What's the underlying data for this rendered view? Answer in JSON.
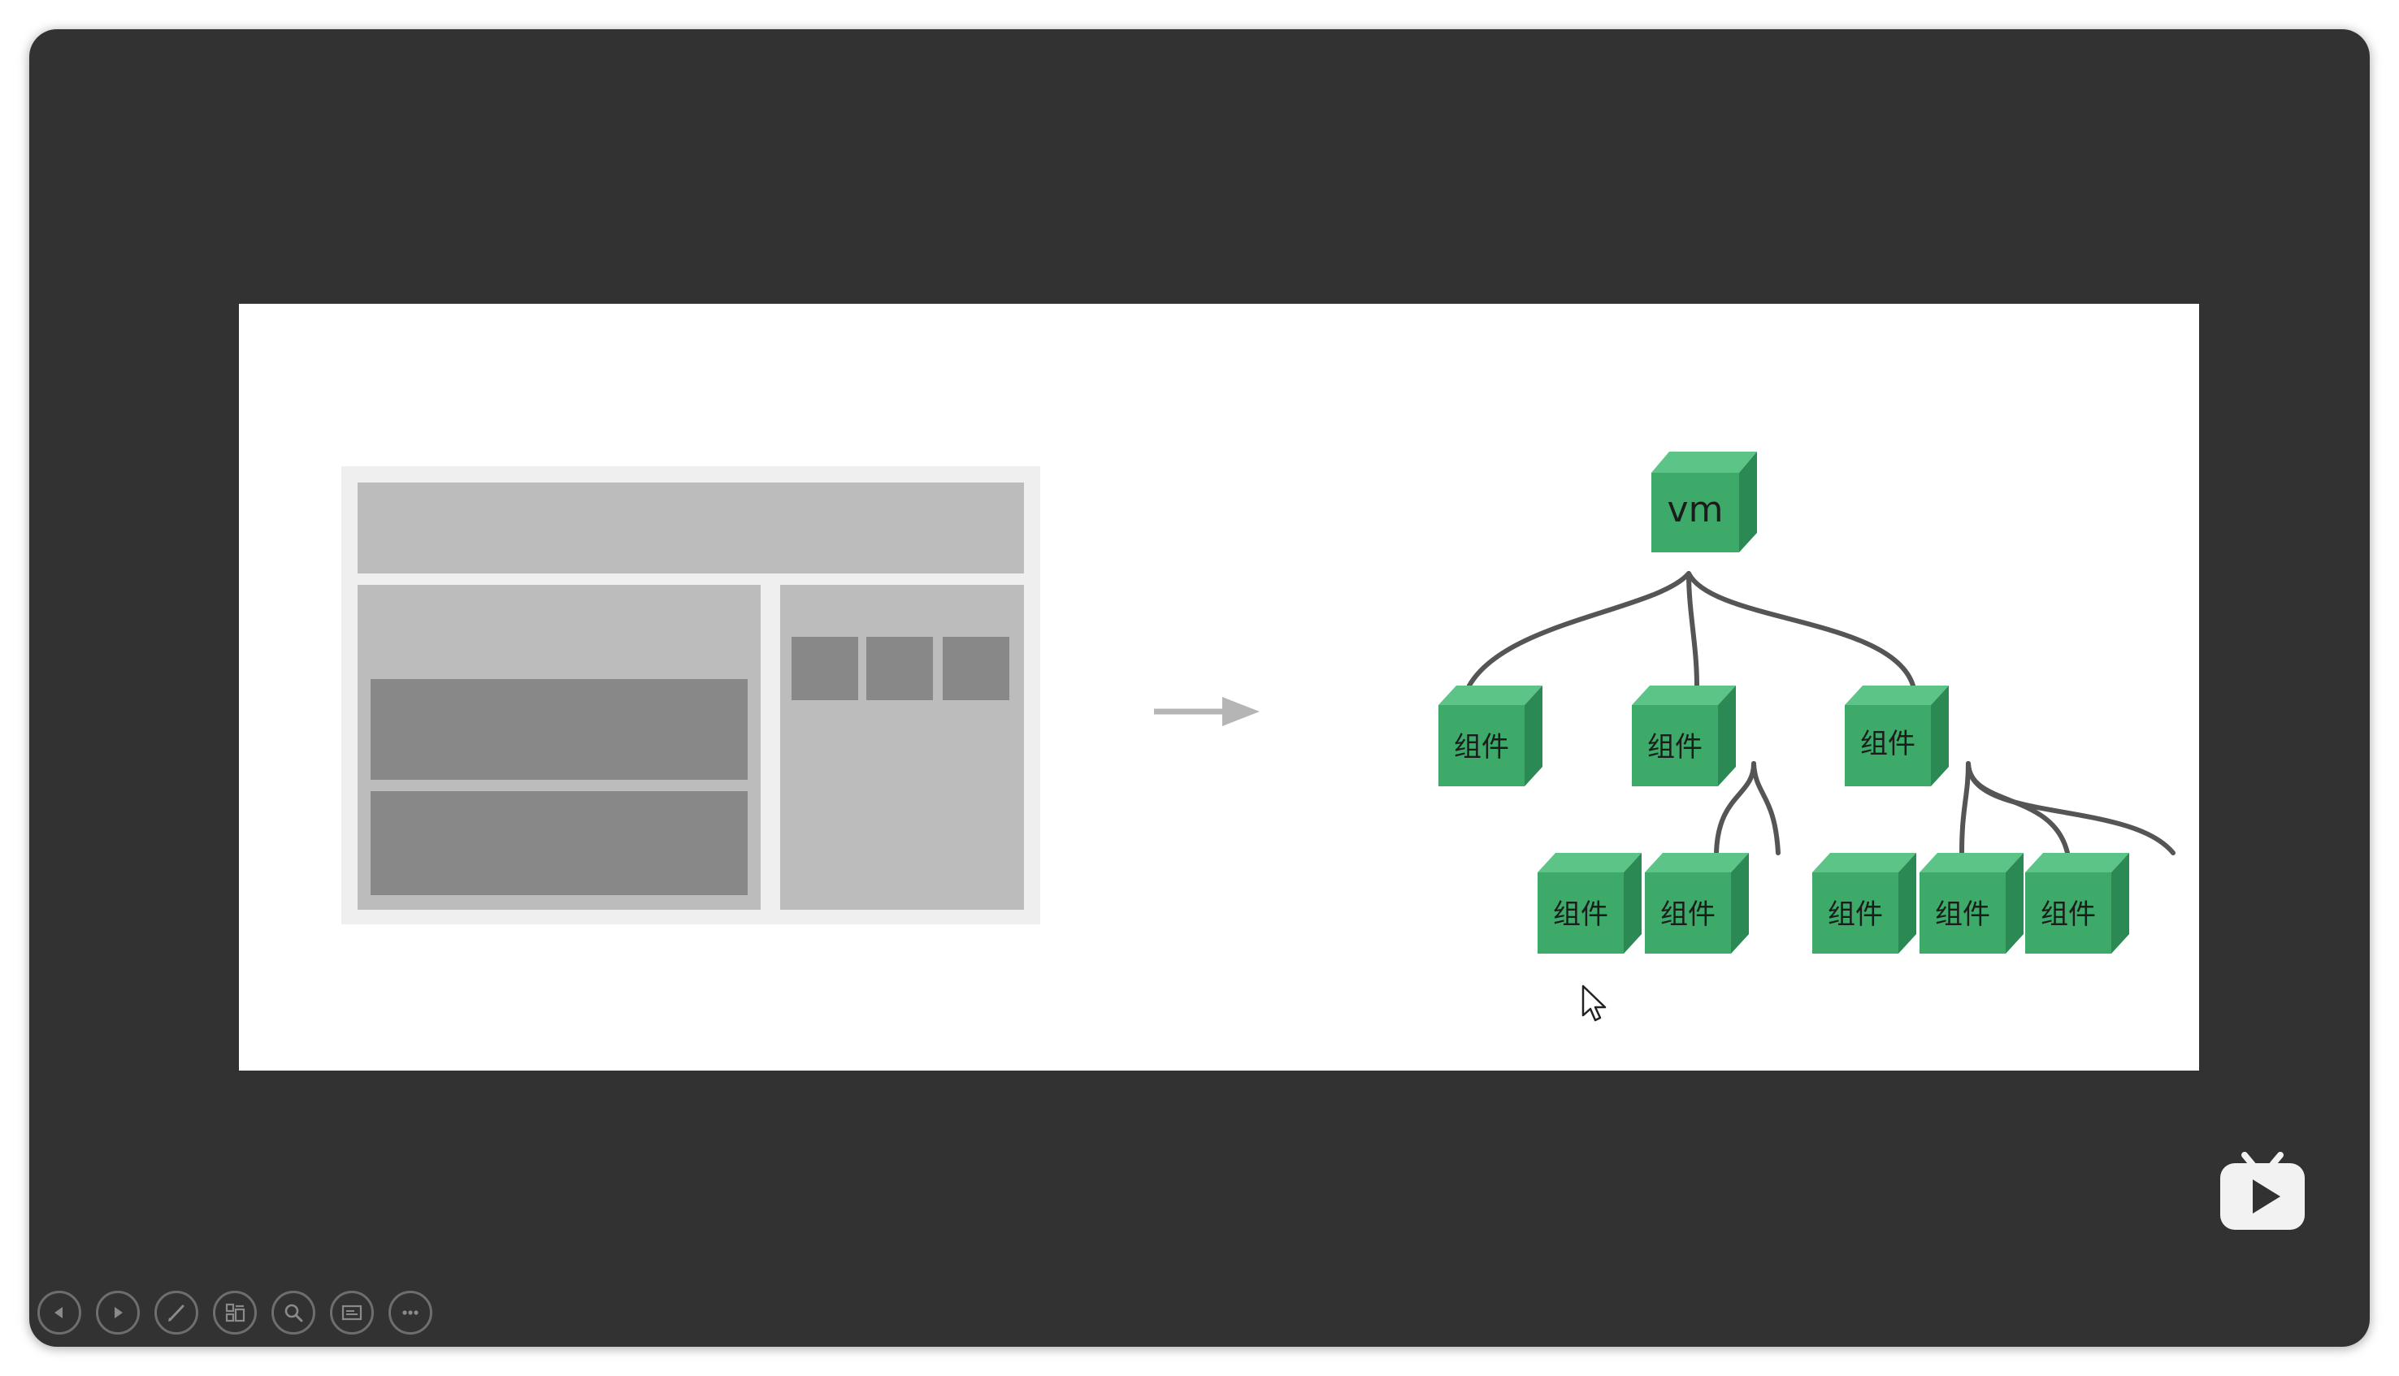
{
  "colors": {
    "window_bg": "#323232",
    "slide_bg": "#ffffff",
    "cube_front": "#3daa6a",
    "cube_top": "#5cc487",
    "cube_side": "#2b8a53",
    "connector": "#555555",
    "arrow": "#b5b5b5",
    "wire_outer": "#efefef",
    "wire_panel": "#bcbcbc",
    "wire_dark": "#888888"
  },
  "slide": {
    "tree": {
      "root_label": "vm",
      "level1": [
        "组件",
        "组件",
        "组件"
      ],
      "level2_left": [
        "组件",
        "组件"
      ],
      "level2_right": [
        "组件",
        "组件",
        "组件"
      ]
    }
  },
  "toolbar": {
    "buttons": [
      {
        "name": "prev-slide-button",
        "icon": "triangle-left-icon"
      },
      {
        "name": "next-slide-button",
        "icon": "triangle-right-icon"
      },
      {
        "name": "pen-tool-button",
        "icon": "pen-icon"
      },
      {
        "name": "slide-overview-button",
        "icon": "grid-icon"
      },
      {
        "name": "zoom-button",
        "icon": "magnifier-icon"
      },
      {
        "name": "subtitle-button",
        "icon": "screen-icon"
      },
      {
        "name": "more-options-button",
        "icon": "ellipsis-icon"
      }
    ]
  },
  "player": {
    "logo_icon": "bilibili-tv-icon"
  }
}
